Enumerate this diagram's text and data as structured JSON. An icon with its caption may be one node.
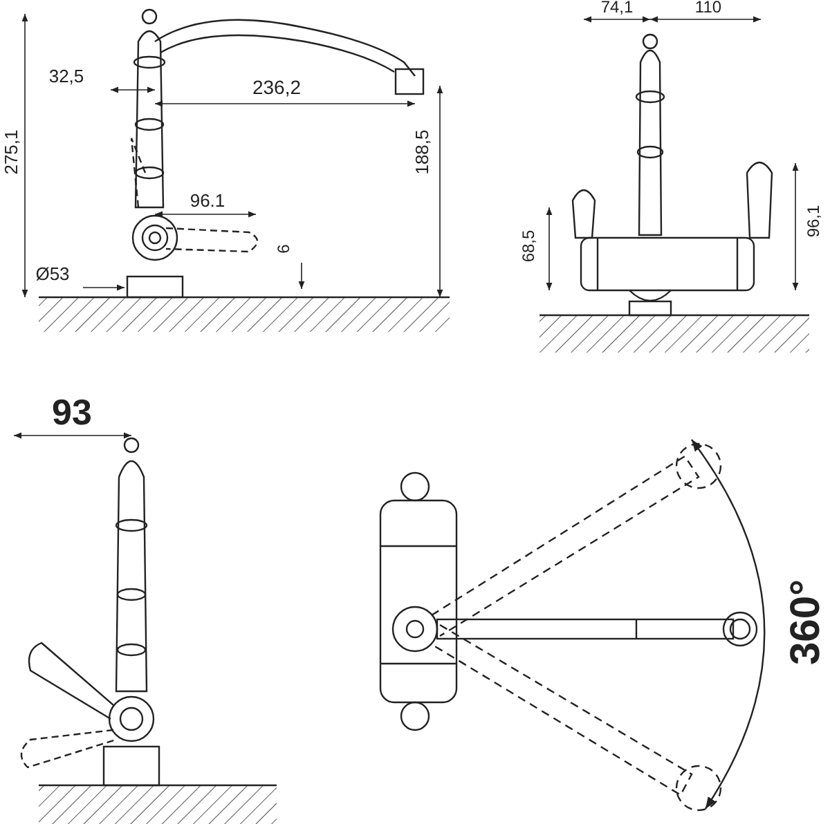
{
  "diagram": {
    "labels": [
      "74,1",
      "110",
      "32,5",
      "236,2",
      "275,1",
      "188,5",
      "96.1",
      "96,1",
      "68,5",
      "6",
      "Ø53",
      "93",
      "360°"
    ]
  }
}
